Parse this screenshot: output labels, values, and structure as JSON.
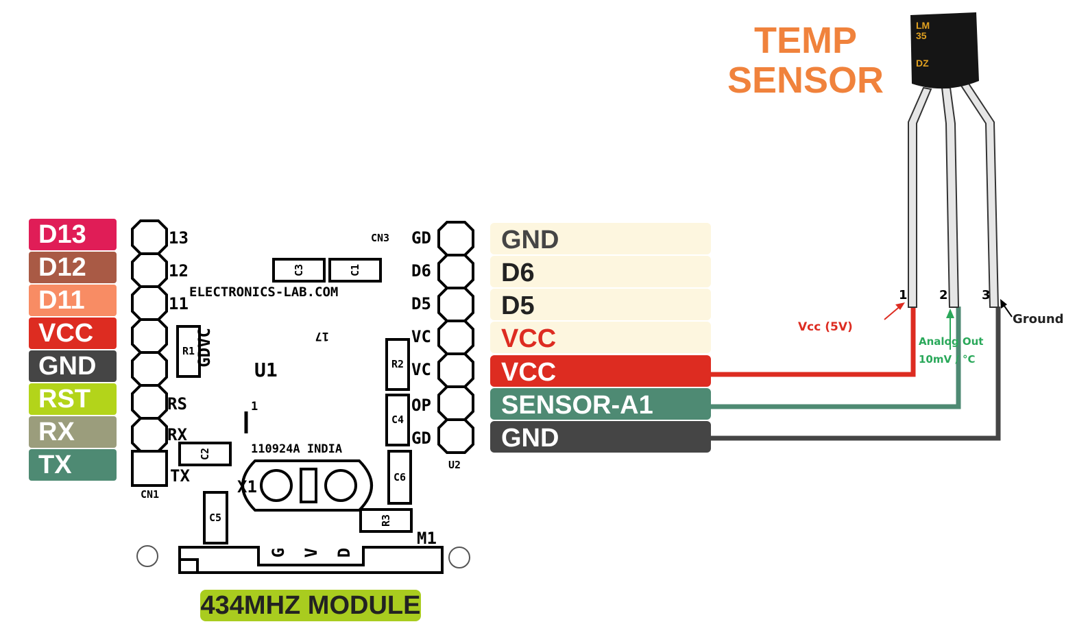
{
  "left_pins": [
    {
      "label": "D13",
      "color": "#e01d57"
    },
    {
      "label": "D12",
      "color": "#a95a45"
    },
    {
      "label": "D11",
      "color": "#f88c64"
    },
    {
      "label": "VCC",
      "color": "#dd2c21"
    },
    {
      "label": "GND",
      "color": "#454545"
    },
    {
      "label": "RST",
      "color": "#b3d41a"
    },
    {
      "label": "RX",
      "color": "#9b9d7c"
    },
    {
      "label": "TX",
      "color": "#4e8a73"
    }
  ],
  "right_pins": [
    {
      "label": "GND",
      "bg": "#fdf6df",
      "fg": "#454545"
    },
    {
      "label": "D6",
      "bg": "#fdf6df",
      "fg": "#222222"
    },
    {
      "label": "D5",
      "bg": "#fdf6df",
      "fg": "#222222"
    },
    {
      "label": "VCC",
      "bg": "#fdf6df",
      "fg": "#dd2c21"
    },
    {
      "label": "VCC",
      "bg": "#dd2c21",
      "fg": "#ffffff"
    },
    {
      "label": "SENSOR-A1",
      "bg": "#4e8a73",
      "fg": "#ffffff"
    },
    {
      "label": "GND",
      "bg": "#454545",
      "fg": "#ffffff"
    }
  ],
  "pcb": {
    "cn1_labels": [
      "13",
      "12",
      "11",
      "",
      "",
      "RS",
      "RX",
      "TX"
    ],
    "cn1": "CN1",
    "cn3": "CN3",
    "u2_labels": [
      "GD",
      "D6",
      "D5",
      "VC",
      "VC",
      "OP",
      "GD"
    ],
    "u2": "U2",
    "site": "ELECTRONICS-LAB.COM",
    "u1": "U1",
    "u1_mirror": "17",
    "pin1": "1",
    "code": "110924A  INDIA",
    "x1": "X1",
    "m1": "M1",
    "m1_pins": [
      "G",
      "V",
      "D"
    ],
    "r1_side": "GDVC",
    "components": {
      "c3": "C3",
      "c1": "C1",
      "r1": "R1",
      "r2": "R2",
      "c4": "C4",
      "c2": "C2",
      "c6": "C6",
      "c5": "C5",
      "r3": "R3"
    }
  },
  "module_label": "434MHZ MODULE",
  "sensor": {
    "title_line1": "TEMP",
    "title_line2": "SENSOR",
    "body_text": [
      "LM",
      "35",
      "DZ"
    ],
    "pin_numbers": [
      "1",
      "2",
      "3"
    ],
    "vcc_label": "Vcc (5V)",
    "analog_line1": "Analog Out",
    "analog_line2": "10mV / °C",
    "ground_label": "Ground"
  },
  "wire_colors": {
    "vcc": "#dd2c21",
    "signal": "#4e8a73",
    "ground": "#454545",
    "analog_text": "#2aa85a"
  }
}
